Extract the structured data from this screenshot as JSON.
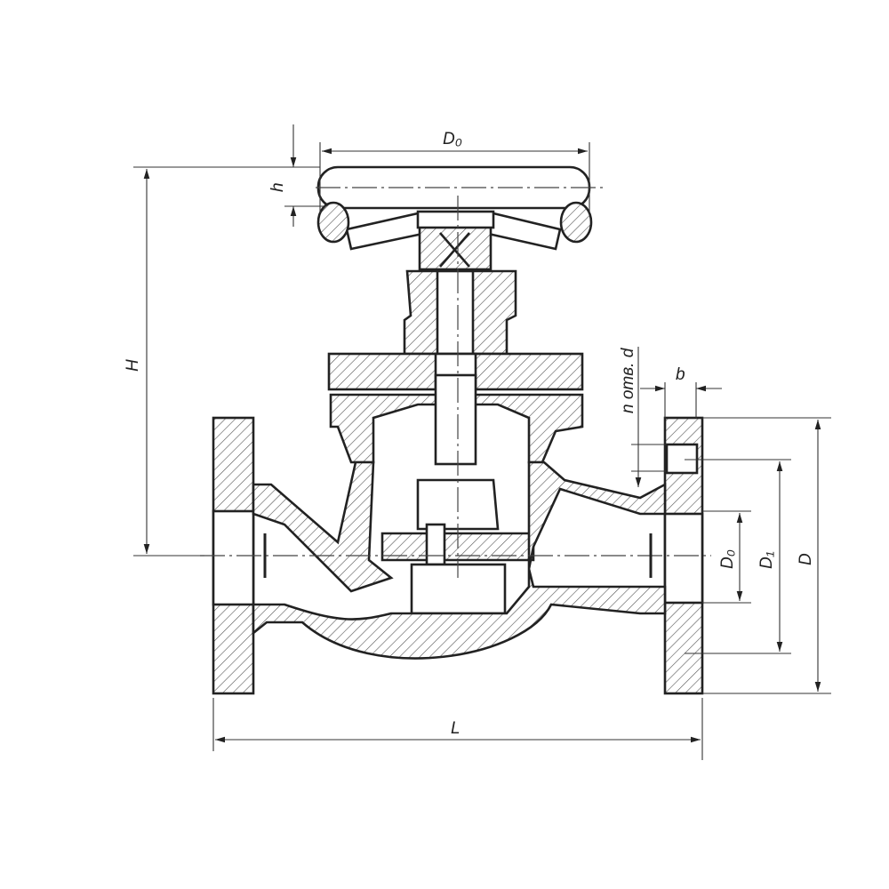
{
  "title": "Globe valve flanged — dimension drawing",
  "labels": {
    "handwheel_diameter": "D₀",
    "handwheel_height": "h",
    "overall_height": "H",
    "length": "L",
    "bolt_holes": "n отв. d",
    "flange_thickness": "b",
    "nominal_bore": "D₀",
    "bolt_circle": "D₁",
    "flange_diameter": "D"
  }
}
